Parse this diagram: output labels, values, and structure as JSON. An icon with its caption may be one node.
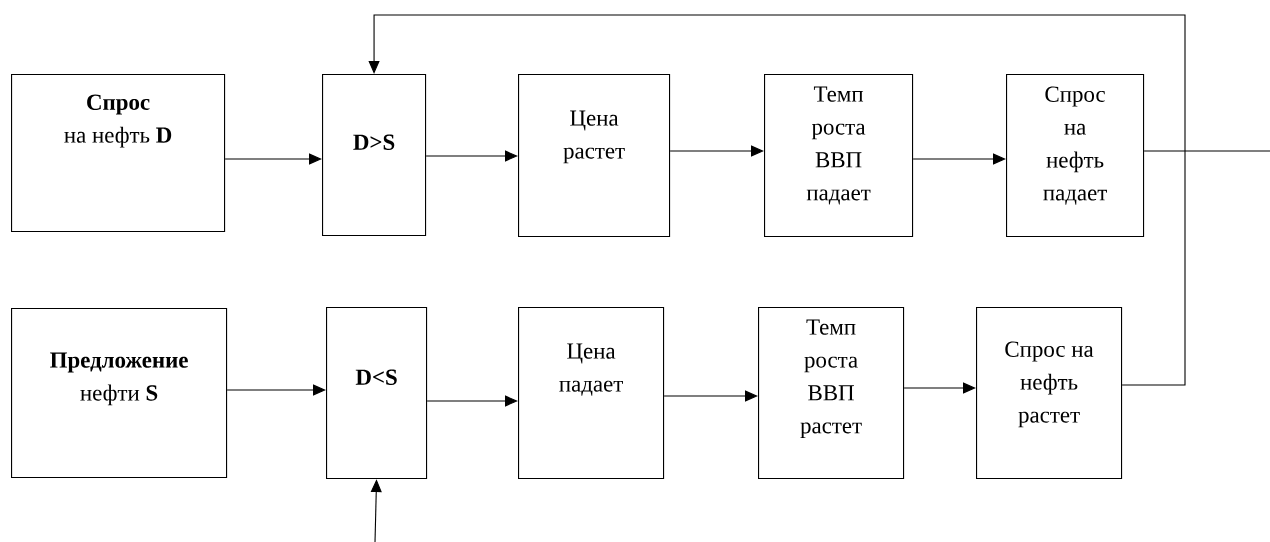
{
  "diagram": {
    "nodes": [
      {
        "text": [
          "Спрос",
          "на нефть **D**"
        ]
      },
      {
        "text": [
          "D>S"
        ]
      },
      {
        "text": [
          "Цена растет"
        ]
      },
      {
        "text": [
          "Темп роста ВВП падает"
        ]
      },
      {
        "text": [
          "Спрос на нефть падает"
        ]
      },
      {
        "text": [
          "Предложение",
          "нефти **S**"
        ]
      },
      {
        "text": [
          "D<S"
        ]
      },
      {
        "text": [
          "Цена падает"
        ]
      },
      {
        "text": [
          "Темп роста ВВП растет"
        ]
      },
      {
        "text": [
          "Спрос на нефть растет"
        ]
      }
    ],
    "edges": [
      {
        "from": 0,
        "to": 1,
        "arrow": "to"
      },
      {
        "from": 1,
        "to": 2,
        "arrow": "to"
      },
      {
        "from": 2,
        "to": 3,
        "arrow": "to"
      },
      {
        "from": 3,
        "to": 4,
        "arrow": "to"
      },
      {
        "from": 5,
        "to": 6,
        "arrow": "to"
      },
      {
        "from": 6,
        "to": 7,
        "arrow": "to"
      },
      {
        "from": 7,
        "to": 8,
        "arrow": "to"
      },
      {
        "from": 8,
        "to": 9,
        "arrow": "to"
      },
      {
        "from": 9,
        "to": 1,
        "arrow": "to"
      },
      {
        "from": 4,
        "to": null,
        "arrow": "none"
      },
      {
        "from": null,
        "to": 6,
        "arrow": "to"
      }
    ]
  }
}
